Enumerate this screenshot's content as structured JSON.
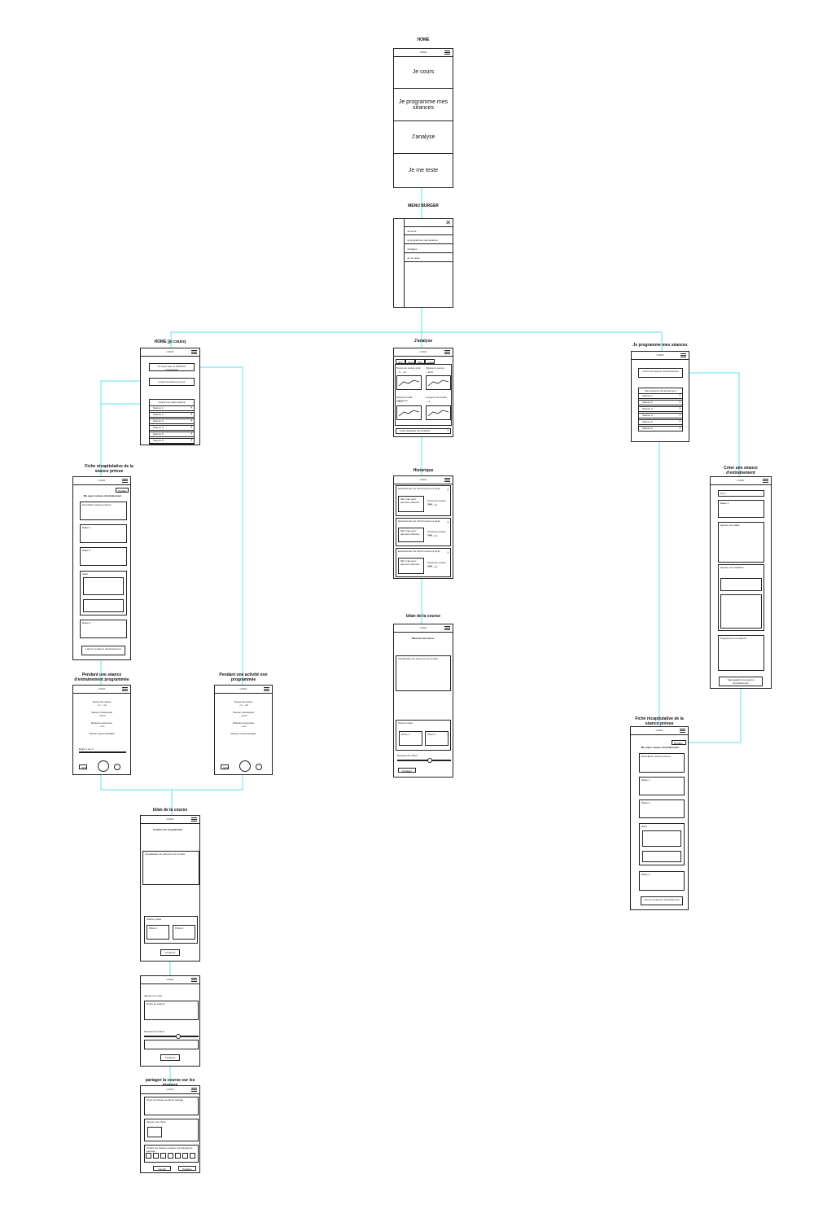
{
  "screens": {
    "home": {
      "title": "HOME",
      "logo": "LOGO",
      "buttons": [
        "Je cours",
        "Je programme mes séances",
        "J'analyse",
        "Je me teste"
      ]
    },
    "menu_burger": {
      "title": "MENU BURGER",
      "close_icon": "close-icon",
      "items": [
        "Je cours",
        "Je programme mes séances",
        "J'analyse",
        "Je me teste"
      ]
    },
    "home_je_cours": {
      "title": "HOME (je cours)",
      "buttons": [
        "Je cours avec le GPS/non programmé",
        "Lancer la séance du jour"
      ],
      "list_title": "Lancer une autre séance",
      "sessions": [
        "Séance 1",
        "Séance 2",
        "Séance 3",
        "Séance 4",
        "Séance 5",
        "Séance 6"
      ]
    },
    "janalyse": {
      "title": "J'analyse",
      "tabs": [
        "Jour",
        "Semaine",
        "Mois",
        "Année"
      ],
      "stats": [
        "Temps de course total",
        "Vitesse moyenne",
        "Distance totale parcourue",
        "Longueur de foulée"
      ],
      "values": [
        "-- h -- mn",
        "-- km/h",
        "-- km",
        "-- m"
      ],
      "link": "Liste historique des activités"
    },
    "programme": {
      "title": "Je programme mes séances",
      "create": "Créer une séance d'entraînement",
      "list_title": "Mes séances d'entraînement",
      "sessions": [
        "Séance 1",
        "Séance 2",
        "Séance 3",
        "Séance 4",
        "Séance 5",
        "Séance 6"
      ]
    },
    "fiche_left": {
      "title": "Fiche récapitulative de la séance prévue",
      "heading": "Ma super séance d'entraînement",
      "button": "Modifier",
      "blocks": [
        "Description séance prévue",
        "Étape 1",
        "Étape 2",
        "Série",
        "Étape 3"
      ],
      "launch": "Lancer la séance d'entraînement"
    },
    "historique": {
      "title": "Historique",
      "items": [
        "Entraînement du 14/12 (course à pied)",
        "Entraînement du 12/12 (course à pied)",
        "Entraînement du 10/12 (course à pied)"
      ],
      "map_label": "Mini map avec parcours effectué",
      "time_label": "Temps de course total",
      "time_value": "-- h -- mn"
    },
    "creer": {
      "title": "Créer une séance d'entraînement",
      "name_label": "Nom",
      "step": "Étape 1",
      "add_step": "Ajouter une étape",
      "add_rep": "Ajouter une répétition",
      "planning": "Programmer ma séance",
      "save": "Sauvegarder ma séance d'entraînement"
    },
    "pendant_prog": {
      "title": "Pendant une séance d'entraînement programmée",
      "labels": [
        "Temps de course",
        "Vitesse instantanée",
        "Distance parcourue",
        "Vitesse moyenne/étape"
      ],
      "values": [
        "-- h -- mn",
        "-- km/h",
        "-- km",
        "Étape 1 sur 3"
      ],
      "gps": "GPS"
    },
    "pendant_nonprog": {
      "title": "Pendant une activité non programmée",
      "labels": [
        "Temps de course",
        "Vitesse instantanée",
        "Distance parcourue",
        "Vitesse moyenne/étape"
      ],
      "values": [
        "-- h -- mn",
        "-- km/h",
        "-- km"
      ],
      "gps": "GPS"
    },
    "bilan_right": {
      "title": "bilan de la course",
      "heading": "Bilan de ma course",
      "map": "Visualisation du parcours sur la carte",
      "photos": "Photos prises",
      "photo_items": [
        "Photo 1",
        "Photo 2"
      ],
      "feeling": "Ressenti de l'effort",
      "button": "Partager"
    },
    "bilan_left": {
      "title": "bilan de la course",
      "heading": "Activité non programmée",
      "map": "Visualisation du parcours sur la carte",
      "photos": "Photos prises",
      "photo_items": [
        "Photo 1",
        "Photo 2"
      ],
      "button": "Continuer"
    },
    "note": {
      "comment": "Ajouter une note",
      "notes_placeholder": "Notes de séance",
      "feeling": "Ressenti de l'effort",
      "button": "Continuer"
    },
    "partager": {
      "title": "partager la course sur les réseaux",
      "text_label": "Texte du réseau social de partage",
      "photo_label": "Ajouter une photo",
      "networks_label": "Choisir les réseaux sociaux sur lesquels le partager",
      "buttons": [
        "Annuler",
        "Partager"
      ]
    },
    "fiche_right": {
      "title": "Fiche récapitulative de la séance prévue",
      "heading": "Ma super séance d'entraînement",
      "button": "Modifier",
      "blocks": [
        "Description séance prévue",
        "Étape 1",
        "Étape 2",
        "Série",
        "Étape 3"
      ],
      "launch": "Lancer la séance d'entraînement"
    }
  },
  "colors": {
    "connector": "#5fe0ea",
    "line": "#222222"
  }
}
